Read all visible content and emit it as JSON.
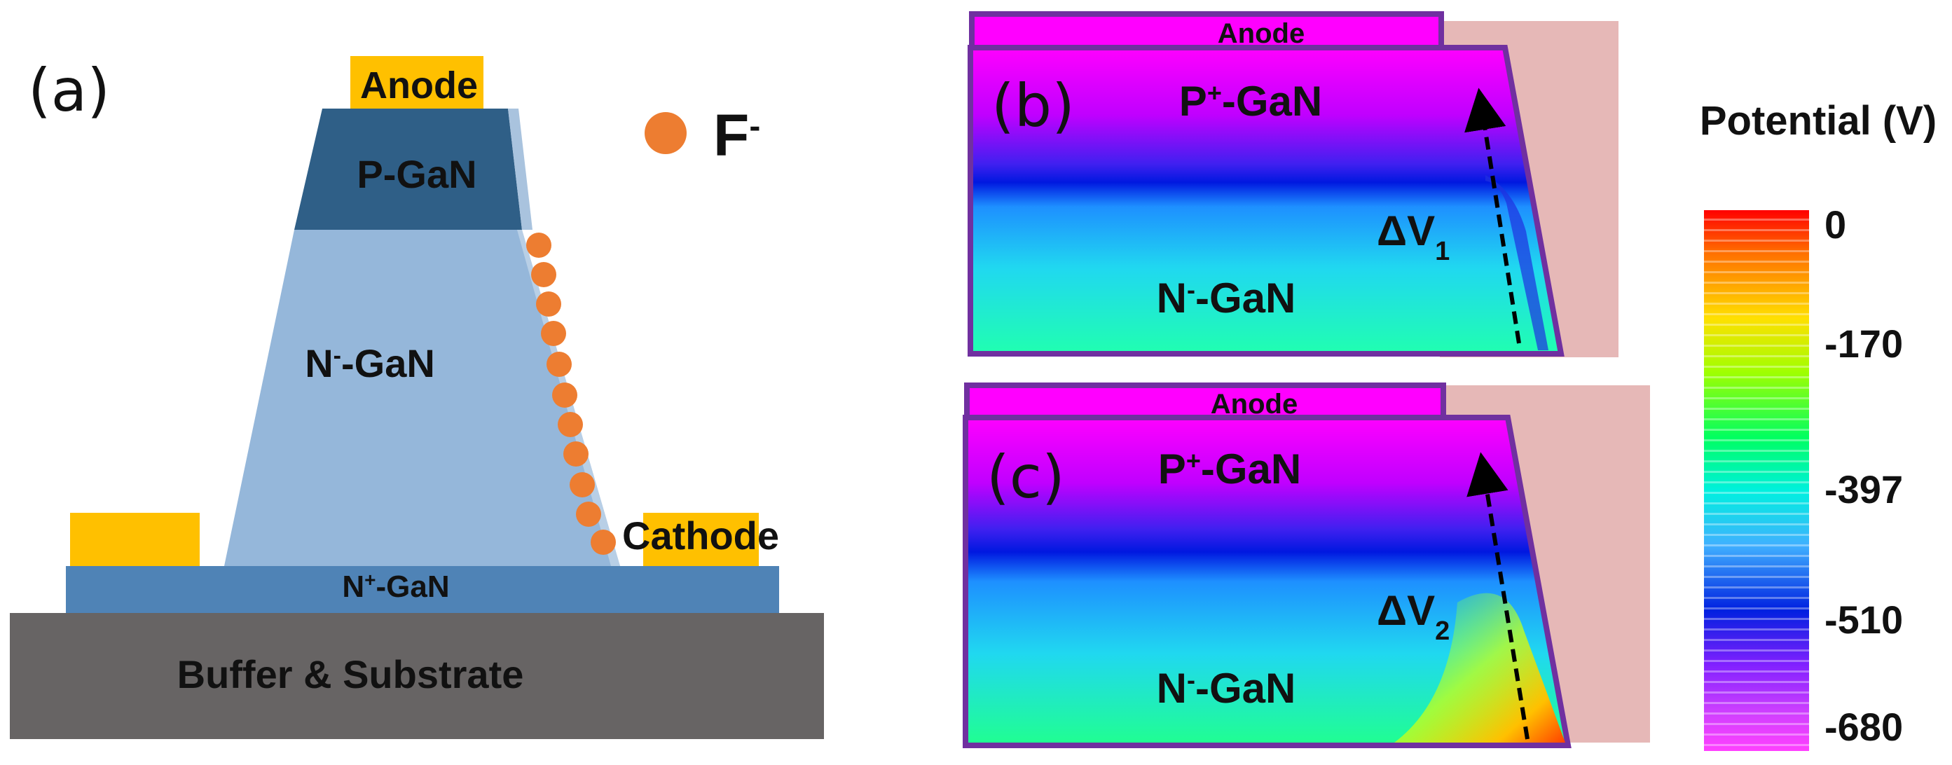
{
  "panel_a": {
    "label": "(a)",
    "anode": "Anode",
    "p_gan": "P-GaN",
    "n_minus_gan": {
      "base": "N",
      "sup": "-",
      "rest": "-GaN"
    },
    "n_plus_gan": {
      "base": "N",
      "sup": "+",
      "rest": "-GaN"
    },
    "cathode": "Cathode",
    "substrate": "Buffer & Substrate",
    "legend_ion": {
      "base": "F",
      "sup": "-"
    }
  },
  "panel_b": {
    "label": "(b)",
    "anode": "Anode",
    "p_plus_gan": {
      "base": "P",
      "sup": "+",
      "rest": "-GaN"
    },
    "n_minus_gan": {
      "base": "N",
      "sup": "-",
      "rest": "-GaN"
    },
    "delta_v": {
      "base": "ΔV",
      "sub": "1"
    }
  },
  "panel_c": {
    "label": "(c)",
    "anode": "Anode",
    "p_plus_gan": {
      "base": "P",
      "sup": "+",
      "rest": "-GaN"
    },
    "n_minus_gan": {
      "base": "N",
      "sup": "-",
      "rest": "-GaN"
    },
    "delta_v": {
      "base": "ΔV",
      "sub": "2"
    }
  },
  "colorbar": {
    "title": "Potential (V)",
    "ticks": [
      "0",
      "-170",
      "-397",
      "-510",
      "-680"
    ]
  },
  "colors": {
    "gold": "#FFC000",
    "p_gan": "#2F5F87",
    "n_minus_gan": "#95B7DA",
    "n_plus_gan": "#4F83B6",
    "substrate": "#676464",
    "fluorine": "#ED7D31",
    "frame": "#7030A0",
    "magenta": "#FF00FF",
    "pink_bg": "#E6B8B7"
  }
}
